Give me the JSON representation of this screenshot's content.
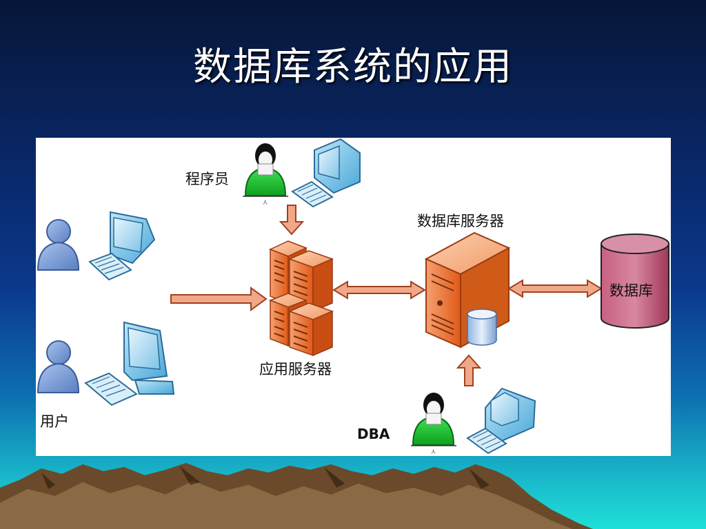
{
  "slide": {
    "title": "数据库系统的应用"
  },
  "diagram": {
    "programmer_label": "程序员",
    "app_server_label": "应用服务器",
    "db_server_label": "数据库服务器",
    "database_label": "数据库",
    "user_label": "用户",
    "dba_label": "DBA",
    "person_caption": "人"
  },
  "colors": {
    "arrow_fill": "#f0a888",
    "arrow_stroke": "#a04020",
    "server_orange": "#e8702a",
    "database_fill": "#b04a66",
    "person_green": "#18c030",
    "user_blue": "#7a9ed8"
  }
}
